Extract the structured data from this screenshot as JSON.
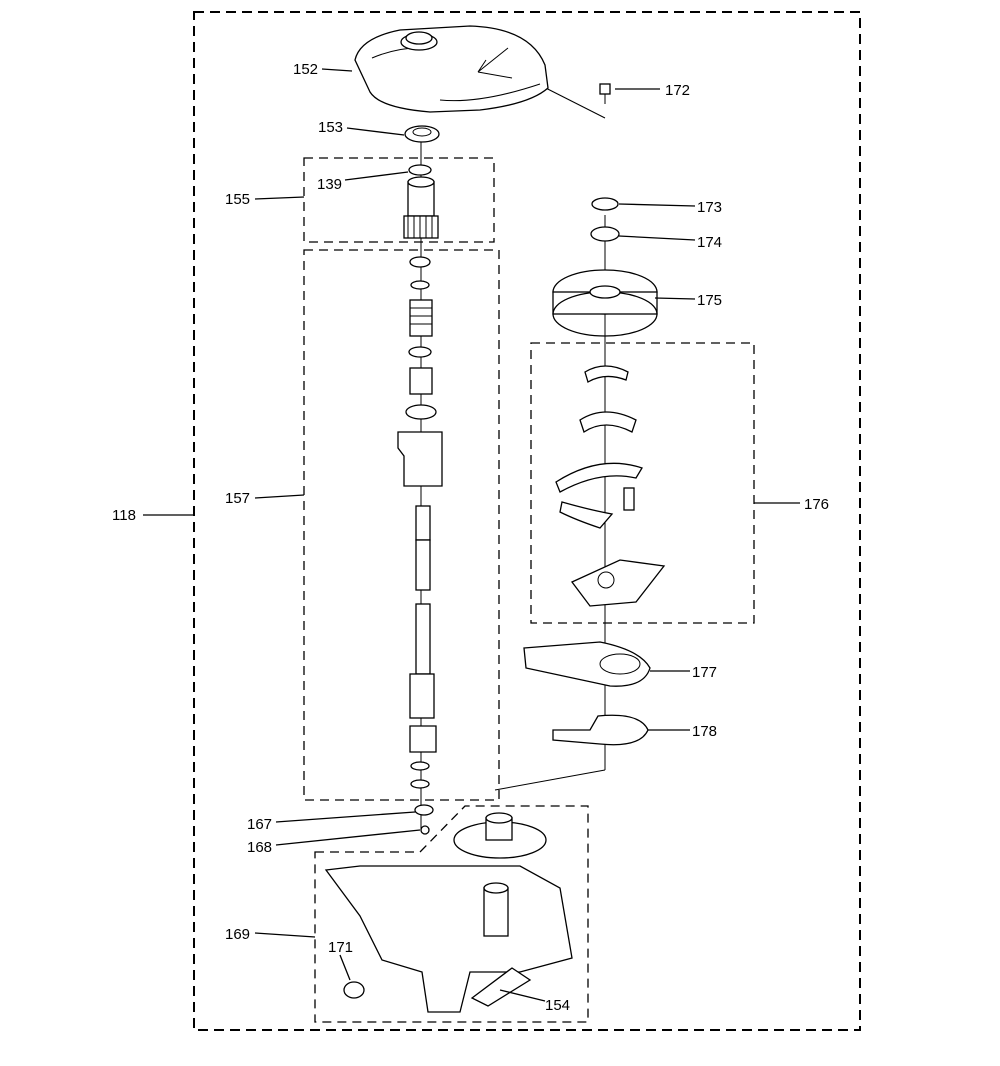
{
  "callouts": {
    "c118": "118",
    "c139": "139",
    "c152": "152",
    "c153": "153",
    "c154": "154",
    "c155": "155",
    "c157": "157",
    "c167": "167",
    "c168": "168",
    "c169": "169",
    "c171": "171",
    "c172": "172",
    "c173": "173",
    "c174": "174",
    "c175": "175",
    "c176": "176",
    "c177": "177",
    "c178": "178"
  }
}
